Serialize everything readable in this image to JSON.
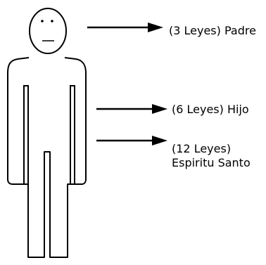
{
  "colors": {
    "stroke": "#000000",
    "background": "#ffffff"
  },
  "labels": {
    "padre": "(3 Leyes) Padre",
    "hijo": "(6 Leyes)  Hijo",
    "espiritu_line1": "(12 Leyes)",
    "espiritu_line2": "Espiritu Santo"
  }
}
